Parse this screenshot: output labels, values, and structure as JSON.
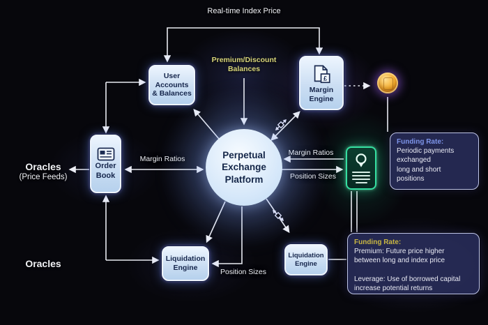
{
  "diagram": {
    "labels": {
      "real_time_index_price": "Real-time Index Price",
      "premium_discount": "Premium/Discount\nBalances",
      "oracles_price_feeds_title": "Oracles",
      "oracles_price_feeds_sub": "(Price Feeds)",
      "oracles_bottom": "Oracles",
      "margin_ratios_left": "Margin Ratios",
      "margin_ratios_right": "Margin Ratios",
      "position_sizes_right": "Position Sizes",
      "position_sizes_bottom": "Position Sizes"
    },
    "nodes": {
      "user_accounts": "User\nAccounts\n& Balances",
      "margin_engine": "Margin\nEngine",
      "order_book": "Order\nBook",
      "liquidation_engine_left": "Liquidation\nEngine",
      "liquidation_engine_right": "Liquidation\nEngine",
      "center": "Perpetual\nExchange\nPlatform"
    },
    "info_boxes": {
      "funding_rate_mid": {
        "title": "Funding Rate:",
        "body": "Periodic payments\nexchanged\nlong and short\npositions"
      },
      "funding_rate_bottom": {
        "title": "Funding Rate:",
        "body": "Premium: Future price higher\nbetween long and index price\n\nLeverage: Use of borrowed capital\nincrease potential returns"
      }
    },
    "icons": {
      "margin_engine": "document-currency-icon",
      "order_book": "newspaper-icon",
      "green_ticket": "location-pin-ticket-icon",
      "coin": "gold-coin-icon",
      "swap": "swap-arrows-icon"
    },
    "colors": {
      "background": "#07070c",
      "node_fill": "#cbdef3",
      "node_text": "#16264c",
      "green_accent": "#35e0a1",
      "coin_orange": "#f6ae2d",
      "funding_title_blue": "#7e95ea",
      "funding_title_gold": "#c8b642",
      "premium_label_yellow": "#d8d57a",
      "arrow": "#e9ebf2"
    }
  }
}
